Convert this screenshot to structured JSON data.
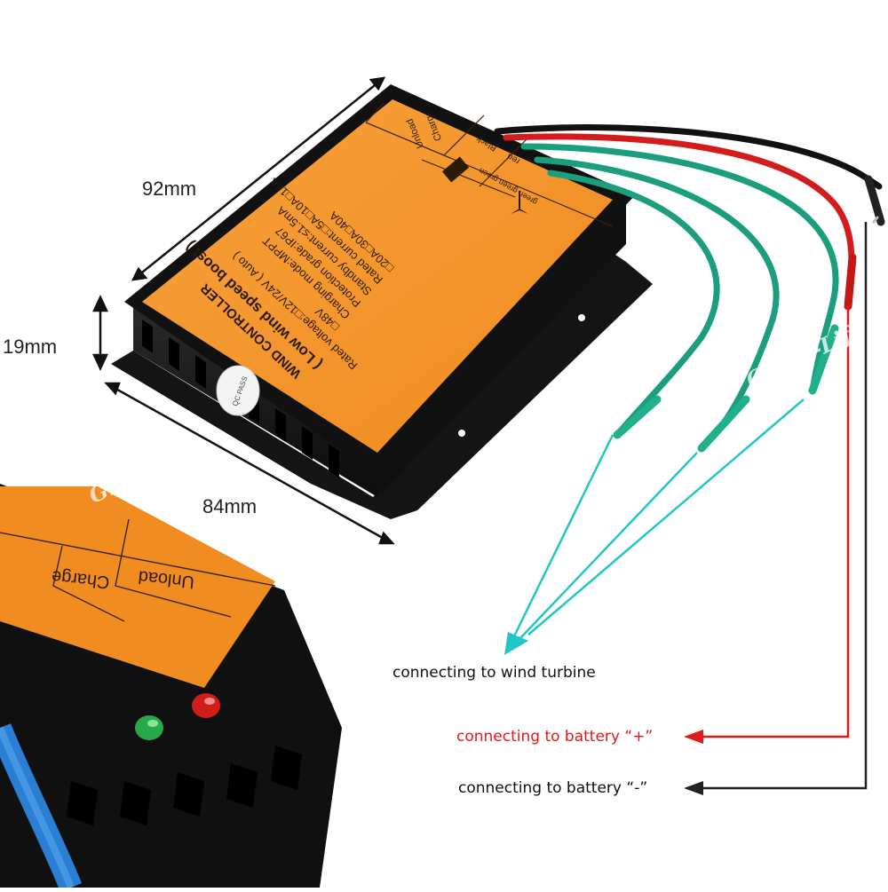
{
  "dimensions": {
    "length": "92mm",
    "height": "19mm",
    "width": "84mm"
  },
  "controller_label": {
    "title": "WIND CONTROLLER",
    "subtitle": "( Low wind speed boost )",
    "rated_voltage": "Rated voltage:□12V/24V ( Auto )",
    "voltage_48": "□48V",
    "charging_mode": "Charging mode:MPPT",
    "protection": "Protection grade:IP67",
    "standby": "Standby current:≤1.5mA",
    "rated_current": "Rated current:□5A□10A□16A",
    "rated_current_2": "□20A□30A□40A",
    "unload": "Unload",
    "charge": "Charge",
    "red": "red",
    "black": "Black",
    "green_labels": "green green green",
    "qc_sticker": "QC PASS"
  },
  "callouts": {
    "wind_turbine": "connecting to wind turbine",
    "battery_plus": "connecting to battery “+”",
    "battery_minus": "connecting to battery “-”"
  },
  "colors": {
    "orange": "#f7962a",
    "teal_arrow": "#22c6c8",
    "red_arrow": "#e01a1a",
    "black_arrow": "#222222",
    "wire_green": "#1a9e7e",
    "wire_red": "#d41c1c"
  },
  "watermark": "Green-Life"
}
